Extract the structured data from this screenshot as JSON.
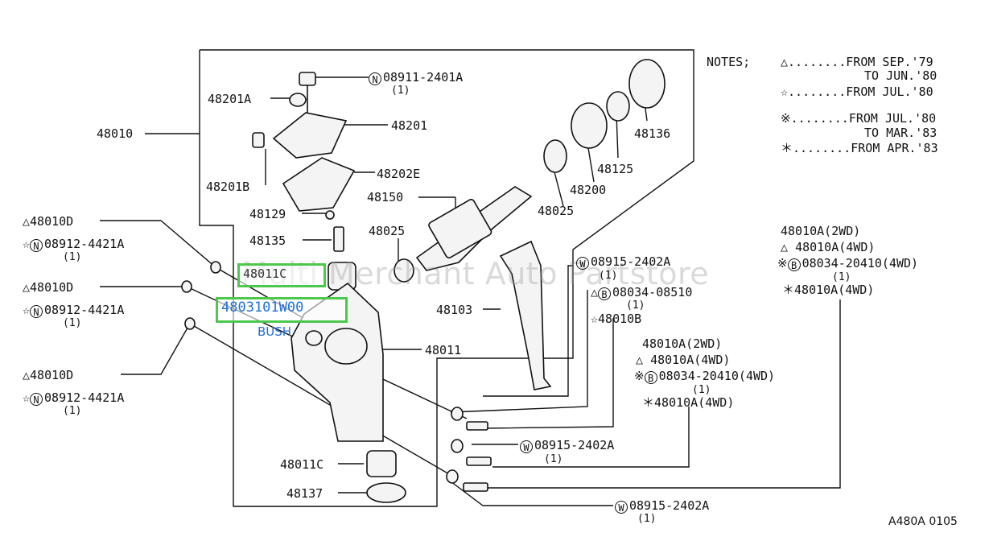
{
  "watermark": "Multi Merchant Auto Partstore",
  "diagram_code": "A480A 0105",
  "highlight": {
    "part_48011c": "48011C",
    "part_number": "4803101W00",
    "bush": "BUSH"
  },
  "parts": {
    "p48010": "48010",
    "p48201A": "48201A",
    "p48201": "48201",
    "p48201B": "48201B",
    "p48202E": "48202E",
    "p48129": "48129",
    "p48135": "48135",
    "p48150": "48150",
    "p48025a": "48025",
    "p48025b": "48025",
    "p48200": "48200",
    "p48125": "48125",
    "p48136": "48136",
    "p48103": "48103",
    "p48011": "48011",
    "p48011C": "48011C",
    "p48137": "48137"
  },
  "callouts": {
    "top_bolt": "08911-2401A",
    "top_bolt_qty": "(1)",
    "left1_a": "48010D",
    "left1_b": "08912-4421A",
    "left1_qty": "(1)",
    "left2_a": "48010D",
    "left2_b": "08912-4421A",
    "left2_qty": "(1)",
    "left3_a": "48010D",
    "left3_b": "08912-4421A",
    "left3_qty": "(1)",
    "mid_w": "08915-2402A",
    "mid_w_qty": "(1)",
    "mid_b": "08034-08510",
    "mid_b_qty": "(1)",
    "mid_star": "48010B",
    "right_top_1": "48010A(2WD)",
    "right_top_2": "48010A(4WD)",
    "right_top_3": "08034-20410(4WD)",
    "right_top_3_qty": "(1)",
    "right_top_4": "48010A(4WD)",
    "right_mid_1": "48010A(2WD)",
    "right_mid_2": "48010A(4WD)",
    "right_mid_3": "08034-20410(4WD)",
    "right_mid_3_qty": "(1)",
    "right_mid_4": "48010A(4WD)",
    "bottom_w1": "08915-2402A",
    "bottom_w1_qty": "(1)",
    "bottom_w2": "08915-2402A",
    "bottom_w2_qty": "(1)"
  },
  "notes": {
    "title": "NOTES;",
    "n1": "△........FROM SEP.'79",
    "n1b": "TO JUN.'80",
    "n2": "☆........FROM JUL.'80",
    "n3": "※........FROM JUL.'80",
    "n3b": "TO MAR.'83",
    "n4": "＊........FROM APR.'83"
  }
}
